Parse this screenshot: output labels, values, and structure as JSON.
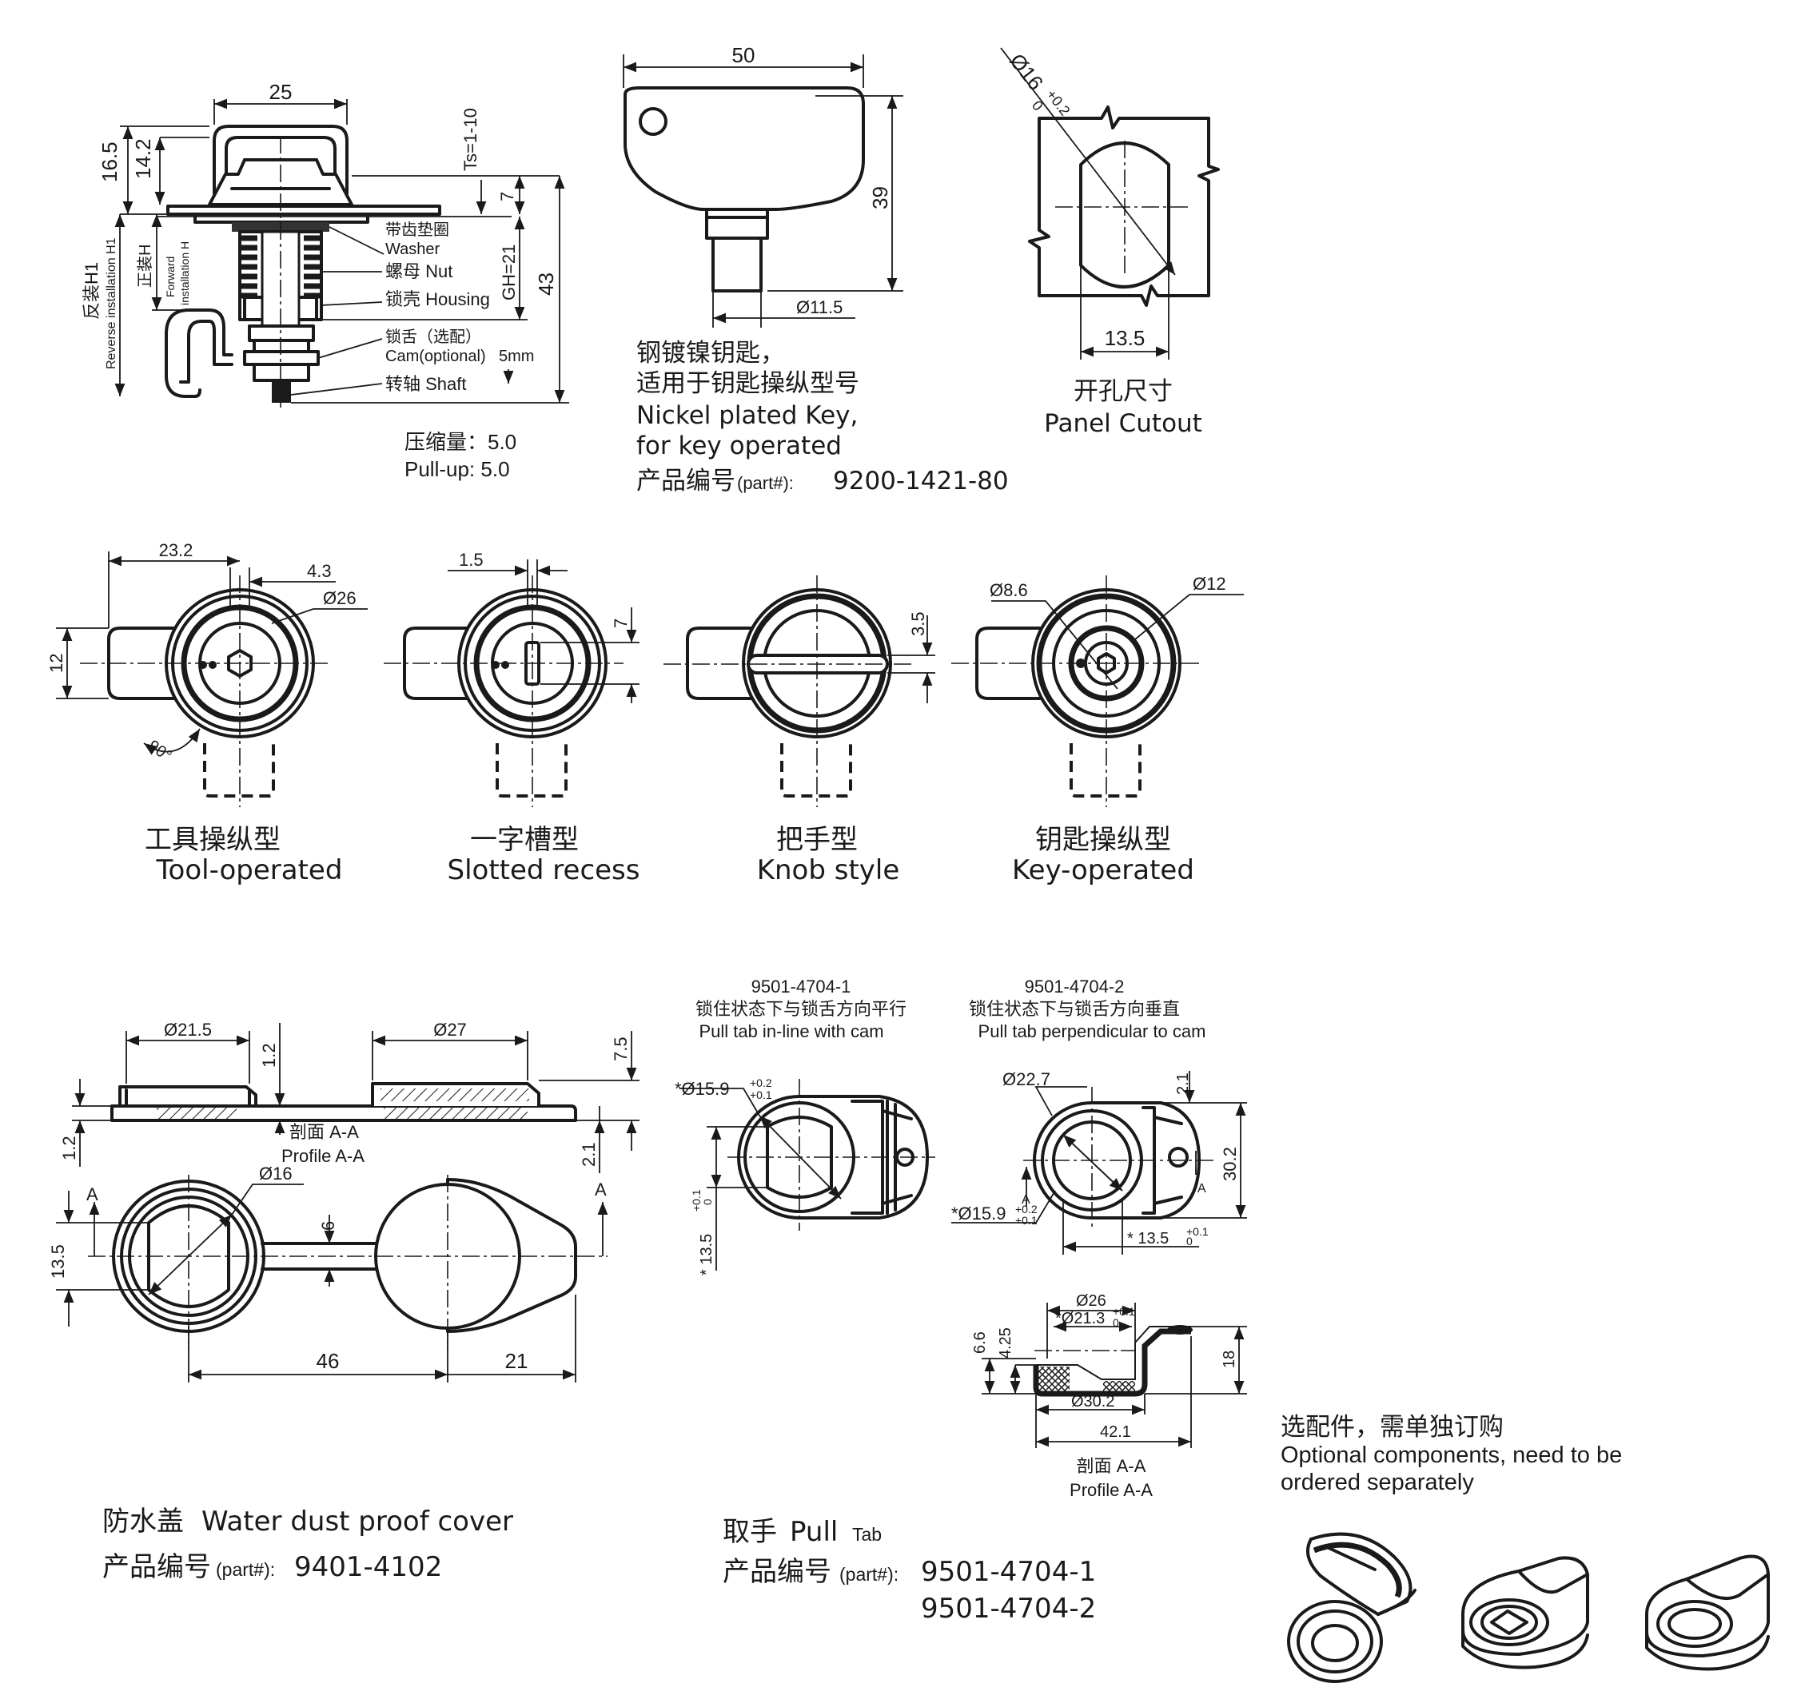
{
  "top_lock": {
    "dim_width": "25",
    "dim_16_5": "16.5",
    "dim_14_2": "14.2",
    "dim_ts": "Ts=1-10",
    "dim_7": "7",
    "dim_gh": "GH=21",
    "dim_43": "43",
    "reverse_cn": "反装H1",
    "reverse_en": "Reverse installation H1",
    "forward_cn": "正装H",
    "forward_en_1": "Forward",
    "forward_en_2": "installation H",
    "washer_cn": "带齿垫圈",
    "washer_en": "Washer",
    "nut": "螺母 Nut",
    "housing": "锁壳 Housing",
    "cam_cn": "锁舌（选配）",
    "cam_en": "Cam(optional)",
    "dim_5mm": "5mm",
    "shaft": "转轴 Shaft",
    "pullup_cn": "压缩量：5.0",
    "pullup_en": "Pull-up: 5.0"
  },
  "key": {
    "dim_50": "50",
    "dim_39": "39",
    "dim_11_5": "Ø11.5",
    "line1": "钢镀镍钥匙，",
    "line2": "适用于钥匙操纵型号",
    "line3": "Nickel plated Key,",
    "line4": "for key operated",
    "part_cn": "产品编号",
    "part_small": "(part#):",
    "part_no": "9200-1421-80"
  },
  "cutout": {
    "dim_dia": "Ø16",
    "tol_up": "+0.2",
    "tol_dn": "0",
    "dim_13_5": "13.5",
    "title_cn": "开孔尺寸",
    "title_en": "Panel Cutout"
  },
  "styles": [
    {
      "cn": "工具操纵型",
      "en": "Tool-operated"
    },
    {
      "cn": "一字槽型",
      "en": "Slotted recess"
    },
    {
      "cn": "把手型",
      "en": "Knob style"
    },
    {
      "cn": "钥匙操纵型",
      "en": "Key-operated"
    }
  ],
  "style_dims": {
    "d23_2": "23.2",
    "d4_3": "4.3",
    "d26": "Ø26",
    "d12": "12",
    "d90": "90°",
    "d1_5": "1.5",
    "d7": "7",
    "d3_5": "3.5",
    "d8_6": "Ø8.6",
    "d12dia": "Ø12"
  },
  "cover": {
    "d21_5": "Ø21.5",
    "d27": "Ø27",
    "d1_2a": "1.2",
    "d7_5": "7.5",
    "d1_2b": "1.2",
    "d2_1": "2.1",
    "d16": "Ø16",
    "d6": "6",
    "d13_5": "13.5",
    "d46": "46",
    "d21": "21",
    "sec_a": "A",
    "profile_cn": "剖面 A-A",
    "profile_en": "Profile A-A",
    "title_cn": "防水盖",
    "title_en": "Water dust proof cover",
    "part_cn": "产品编号",
    "part_small": "(part#):",
    "part_no": "9401-4102"
  },
  "pulltab": {
    "p1_no": "9501-4704-1",
    "p1_cn": "锁住状态下与锁舌方向平行",
    "p1_en": "Pull tab in-line with cam",
    "p2_no": "9501-4704-2",
    "p2_cn": "锁住状态下与锁舌方向垂直",
    "p2_en": "Pull tab perpendicular to cam",
    "d15_9": "*Ø15.9",
    "tol_15_9_up": "+0.2",
    "tol_15_9_dn": "+0.1",
    "d13_5": "* 13.5",
    "tol_13_5_up": "+0.1",
    "tol_13_5_dn": "0",
    "d22_7": "Ø22.7",
    "d2_1": "2.1",
    "d30_2": "30.2",
    "sec_a": "A",
    "d13_5b": "* 13.5",
    "tol_b_up": "+0.1",
    "tol_b_dn": "0",
    "d26": "Ø26",
    "d21_3": "*Ø21.3",
    "tol_21_3_up": "+0.1",
    "tol_21_3_dn": "0",
    "d6_6": "6.6",
    "d4_25": "4.25",
    "d18": "18",
    "d30_2dia": "Ø30.2",
    "d42_1": "42.1",
    "profile_cn": "剖面 A-A",
    "profile_en": "Profile A-A",
    "title_cn": "取手",
    "title_en": "Pull",
    "title_en_small": "Tab",
    "part_cn": "产品编号",
    "part_small": "(part#):",
    "part_no_1": "9501-4704-1",
    "part_no_2": "9501-4704-2"
  },
  "optional": {
    "cn": "选配件，需单独订购",
    "en1": "Optional components, need to be",
    "en2": "ordered separately"
  }
}
